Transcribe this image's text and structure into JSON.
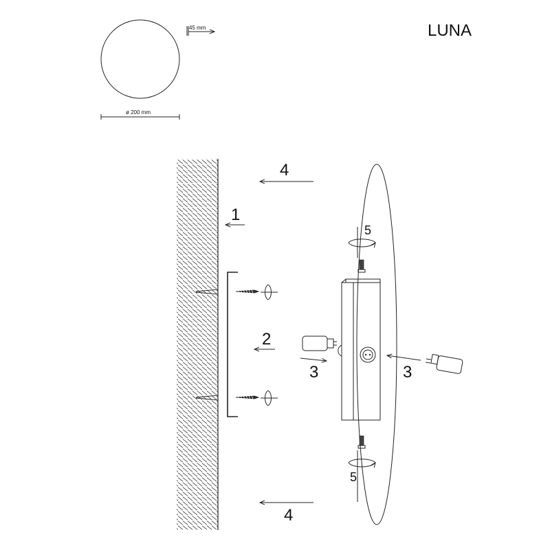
{
  "title": "LUNA",
  "dimensions": {
    "depth": "45 mm",
    "diameter": "ø 200 mm"
  },
  "steps": {
    "wall": "1",
    "bracket": "2",
    "bulb_left": "3",
    "bulb_right": "3",
    "shade_top": "4",
    "shade_bottom": "4",
    "screw_top": "5",
    "screw_bottom": "5"
  }
}
